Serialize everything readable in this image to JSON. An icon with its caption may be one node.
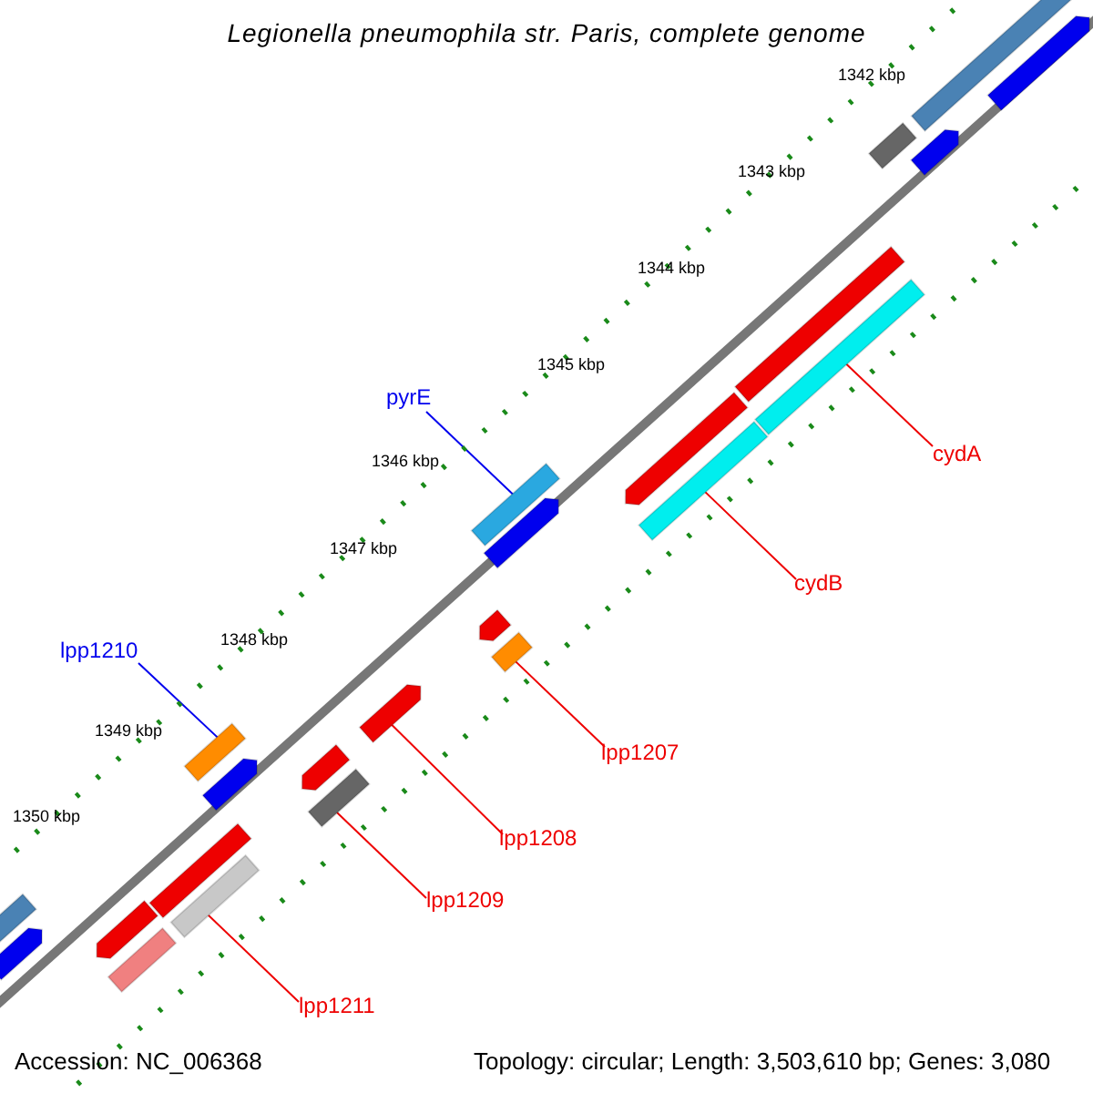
{
  "diagram": {
    "title": "Legionella pneumophila str. Paris, complete genome",
    "nodes": [
      {
        "text": [
          "pyrE"
        ]
      },
      {
        "text": [],
        "shape": "bar"
      },
      {
        "text": [
          "lpp1210"
        ]
      },
      {
        "text": [],
        "shape": "bar"
      },
      {
        "text": [
          "cydA"
        ]
      },
      {
        "text": [],
        "shape": "bar"
      },
      {
        "text": [
          "cydB"
        ]
      },
      {
        "text": [],
        "shape": "bar"
      },
      {
        "text": [
          "lpp1207"
        ]
      },
      {
        "text": [],
        "shape": "bar"
      },
      {
        "text": [
          "lpp1208"
        ]
      },
      {
        "text": [],
        "shape": "bar"
      },
      {
        "text": [
          "lpp1209"
        ]
      },
      {
        "text": [],
        "shape": "bar"
      },
      {
        "text": [
          "lpp1211"
        ]
      },
      {
        "text": [],
        "shape": "bar"
      },
      {
        "text": [],
        "shape": "bar"
      },
      {
        "text": [],
        "shape": "bar"
      },
      {
        "text": [],
        "shape": "bar"
      },
      {
        "text": [],
        "shape": "bar"
      },
      {
        "text": [],
        "shape": "bar"
      },
      {
        "text": [],
        "shape": "bar"
      },
      {
        "text": [],
        "shape": "bar"
      },
      {
        "text": [],
        "shape": "bar"
      },
      {
        "text": [],
        "shape": "bar"
      },
      {
        "text": [],
        "shape": "bar"
      },
      {
        "text": [],
        "shape": "bar"
      },
      {
        "text": [],
        "shape": "bar"
      },
      {
        "text": [],
        "shape": "bar"
      },
      {
        "text": [],
        "shape": "bar"
      },
      {
        "text": [],
        "shape": "bar"
      }
    ],
    "edges": [
      {
        "from": 0,
        "to": 1,
        "arrow": "none",
        "color": "#0000ee"
      },
      {
        "from": 2,
        "to": 3,
        "arrow": "none",
        "color": "#0000ee"
      },
      {
        "from": 4,
        "to": 5,
        "arrow": "none"
      },
      {
        "from": 6,
        "to": 7,
        "arrow": "none"
      },
      {
        "from": 8,
        "to": 9,
        "arrow": "none"
      },
      {
        "from": 10,
        "to": 11,
        "arrow": "none"
      },
      {
        "from": 12,
        "to": 13,
        "arrow": "none"
      },
      {
        "from": 14,
        "to": 15,
        "arrow": "none"
      }
    ],
    "labels": [
      "1342 kbp",
      "1343 kbp",
      "1344 kbp",
      "1345 kbp",
      "1346 kbp",
      "1347 kbp",
      "1348 kbp",
      "1349 kbp",
      "1350 kbp",
      "Accession: NC_006368",
      "Topology: circular; Length: 3,503,610 bp; Genes: 3,080"
    ]
  }
}
